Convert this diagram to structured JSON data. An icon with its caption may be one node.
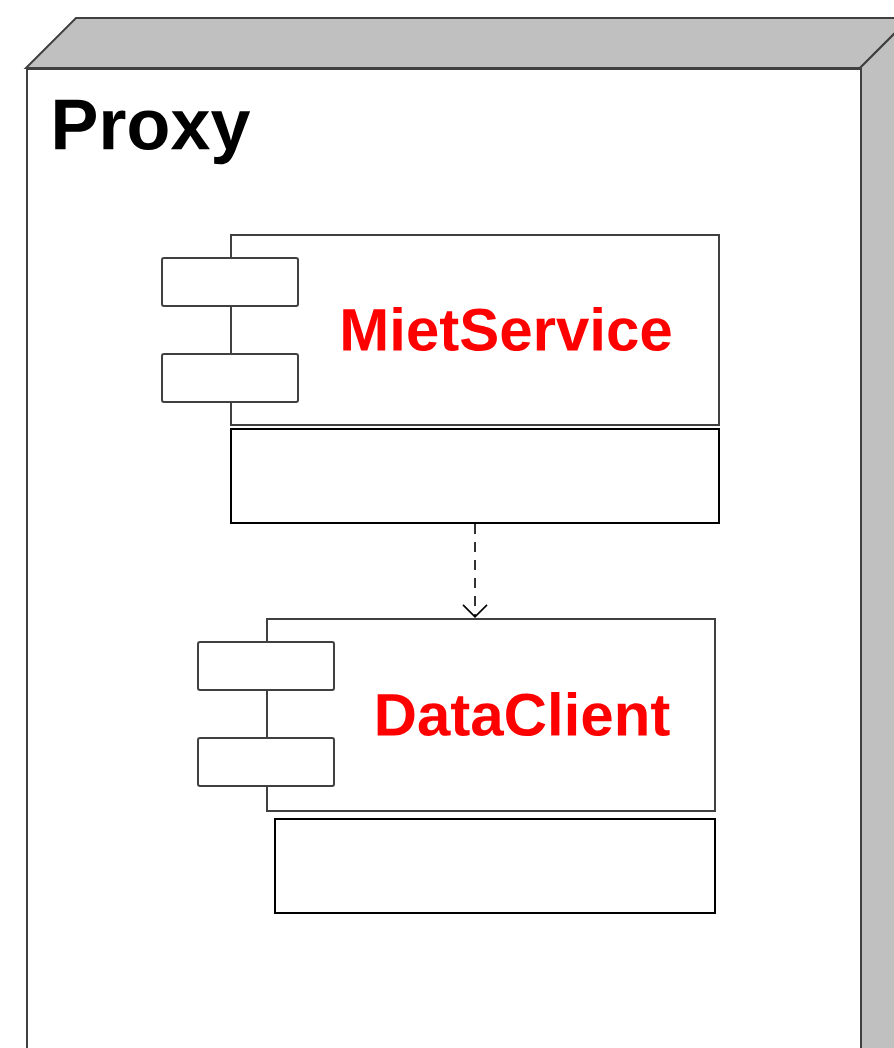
{
  "diagram": {
    "nodes": [
      {
        "text": [
          "Proxy"
        ]
      },
      {
        "text": [
          "MietService"
        ],
        "in": 0
      },
      {
        "text": [],
        "shape": "box",
        "in": 0
      },
      {
        "text": [
          "DataClient"
        ],
        "in": 0
      },
      {
        "text": [],
        "shape": "box",
        "in": 0
      }
    ],
    "edges": [
      {
        "from": 2,
        "to": 3,
        "arrow": "to",
        "style": "dashed"
      }
    ]
  }
}
